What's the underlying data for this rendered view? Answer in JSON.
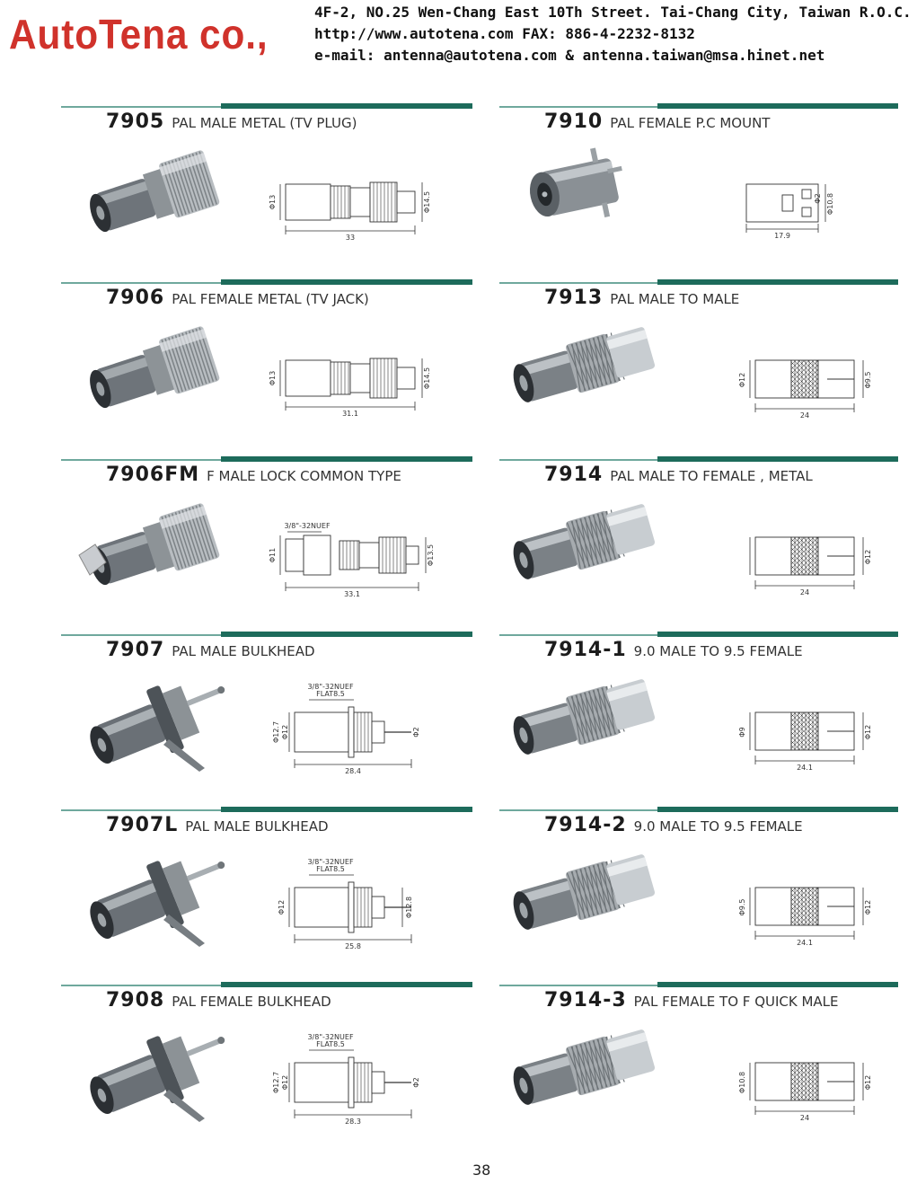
{
  "header": {
    "logo": "AutoTena co.,",
    "address": "4F-2, NO.25 Wen-Chang East 10Th Street. Tai-Chang City, Taiwan R.O.C.",
    "web_fax": "http://www.autotena.com      FAX: 886-4-2232-8132",
    "emails": "e-mail: antenna@autotena.com  &  antenna.taiwan@msa.hinet.net"
  },
  "colors": {
    "accent": "#1d6b5b",
    "logo": "#d0322b"
  },
  "products": [
    {
      "code": "7905",
      "desc": "PAL MALE METAL (TV PLUG)",
      "dims": [
        "Φ13",
        "33",
        "Φ14.5"
      ]
    },
    {
      "code": "7910",
      "desc": "PAL FEMALE P.C MOUNT",
      "dims": [
        "17.9",
        "Φ10.8",
        "Φ2"
      ]
    },
    {
      "code": "7906",
      "desc": "PAL FEMALE METAL (TV JACK)",
      "dims": [
        "Φ13",
        "31.1",
        "Φ14.5"
      ]
    },
    {
      "code": "7913",
      "desc": "PAL MALE TO MALE",
      "dims": [
        "Φ12",
        "24",
        "Φ9.5"
      ]
    },
    {
      "code": "7906FM",
      "desc": "F MALE LOCK COMMON TYPE",
      "dims": [
        "Φ11",
        "33.1",
        "Φ13.5",
        "3/8\"-32NUEF"
      ]
    },
    {
      "code": "7914",
      "desc": "PAL MALE TO FEMALE , METAL",
      "dims": [
        "24",
        "Φ12"
      ]
    },
    {
      "code": "7907",
      "desc": "PAL MALE BULKHEAD",
      "dims": [
        "Φ12.7",
        "Φ12",
        "28.4",
        "Φ2",
        "3/8\"-32NUEF",
        "FLAT8.5"
      ]
    },
    {
      "code": "7914-1",
      "desc": "9.0 MALE TO 9.5 FEMALE",
      "dims": [
        "Φ9",
        "24.1",
        "Φ12"
      ]
    },
    {
      "code": "7907L",
      "desc": "PAL MALE BULKHEAD",
      "dims": [
        "Φ12",
        "25.8",
        "Φ12.8",
        "3/8\"-32NUEF",
        "FLAT8.5"
      ]
    },
    {
      "code": "7914-2",
      "desc": "9.0 MALE TO 9.5 FEMALE",
      "dims": [
        "Φ9.5",
        "24.1",
        "Φ12"
      ]
    },
    {
      "code": "7908",
      "desc": "PAL FEMALE BULKHEAD",
      "dims": [
        "Φ12.7",
        "Φ12",
        "28.3",
        "Φ2",
        "3/8\"-32NUEF",
        "FLAT8.5"
      ]
    },
    {
      "code": "7914-3",
      "desc": "PAL FEMALE TO F QUICK MALE",
      "dims": [
        "Φ10.8",
        "24",
        "Φ12"
      ]
    }
  ],
  "page_number": "38"
}
